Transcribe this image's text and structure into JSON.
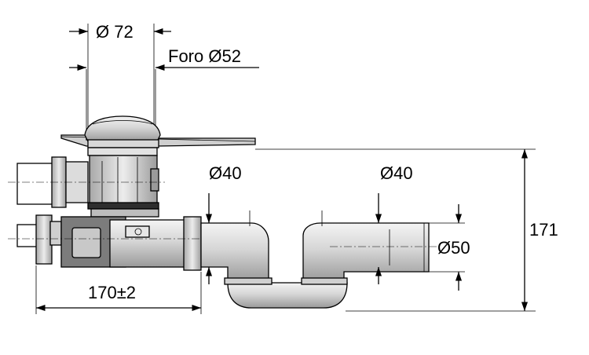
{
  "dimensions": {
    "top_width": "Ø 72",
    "hole": "Foro Ø52",
    "pipe_left": "Ø40",
    "pipe_right": "Ø40",
    "outlet": "Ø50",
    "height": "171",
    "length": "170±2"
  },
  "colors": {
    "line": "#000000",
    "fill_light": "#e8e8e8",
    "fill_mid": "#bdbdbd",
    "fill_dark": "#6b6b6b"
  }
}
